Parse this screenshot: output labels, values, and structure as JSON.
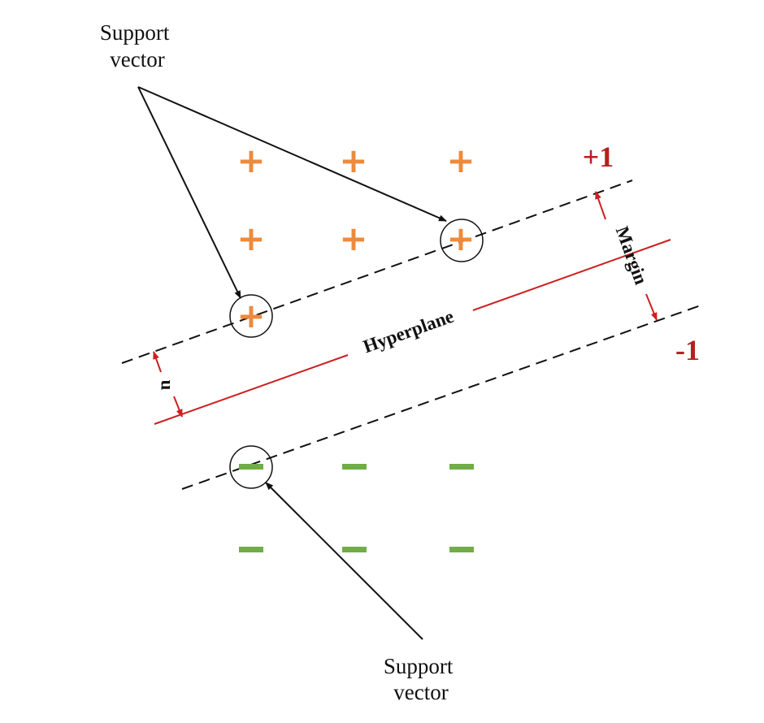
{
  "labels": {
    "support_vector_top": [
      "Support",
      "vector"
    ],
    "support_vector_bottom": [
      "Support",
      "vector"
    ],
    "hyperplane": "Hyperplane",
    "margin": "Margin",
    "offset": "u",
    "class_positive": "+1",
    "class_negative": "-1"
  },
  "symbols": {
    "positive": "+",
    "negative": "–"
  },
  "colors": {
    "positive": "#ee8a3c",
    "negative": "#70ad47",
    "hyperplane": "#cc2020",
    "margin_arrow": "#cc2020",
    "boundary": "#111111",
    "class_label": "#b81f1f",
    "text": "#111111"
  },
  "points": {
    "positive": {
      "count": 7,
      "support_vectors": 2
    },
    "negative": {
      "count": 6,
      "support_vectors": 1
    }
  }
}
